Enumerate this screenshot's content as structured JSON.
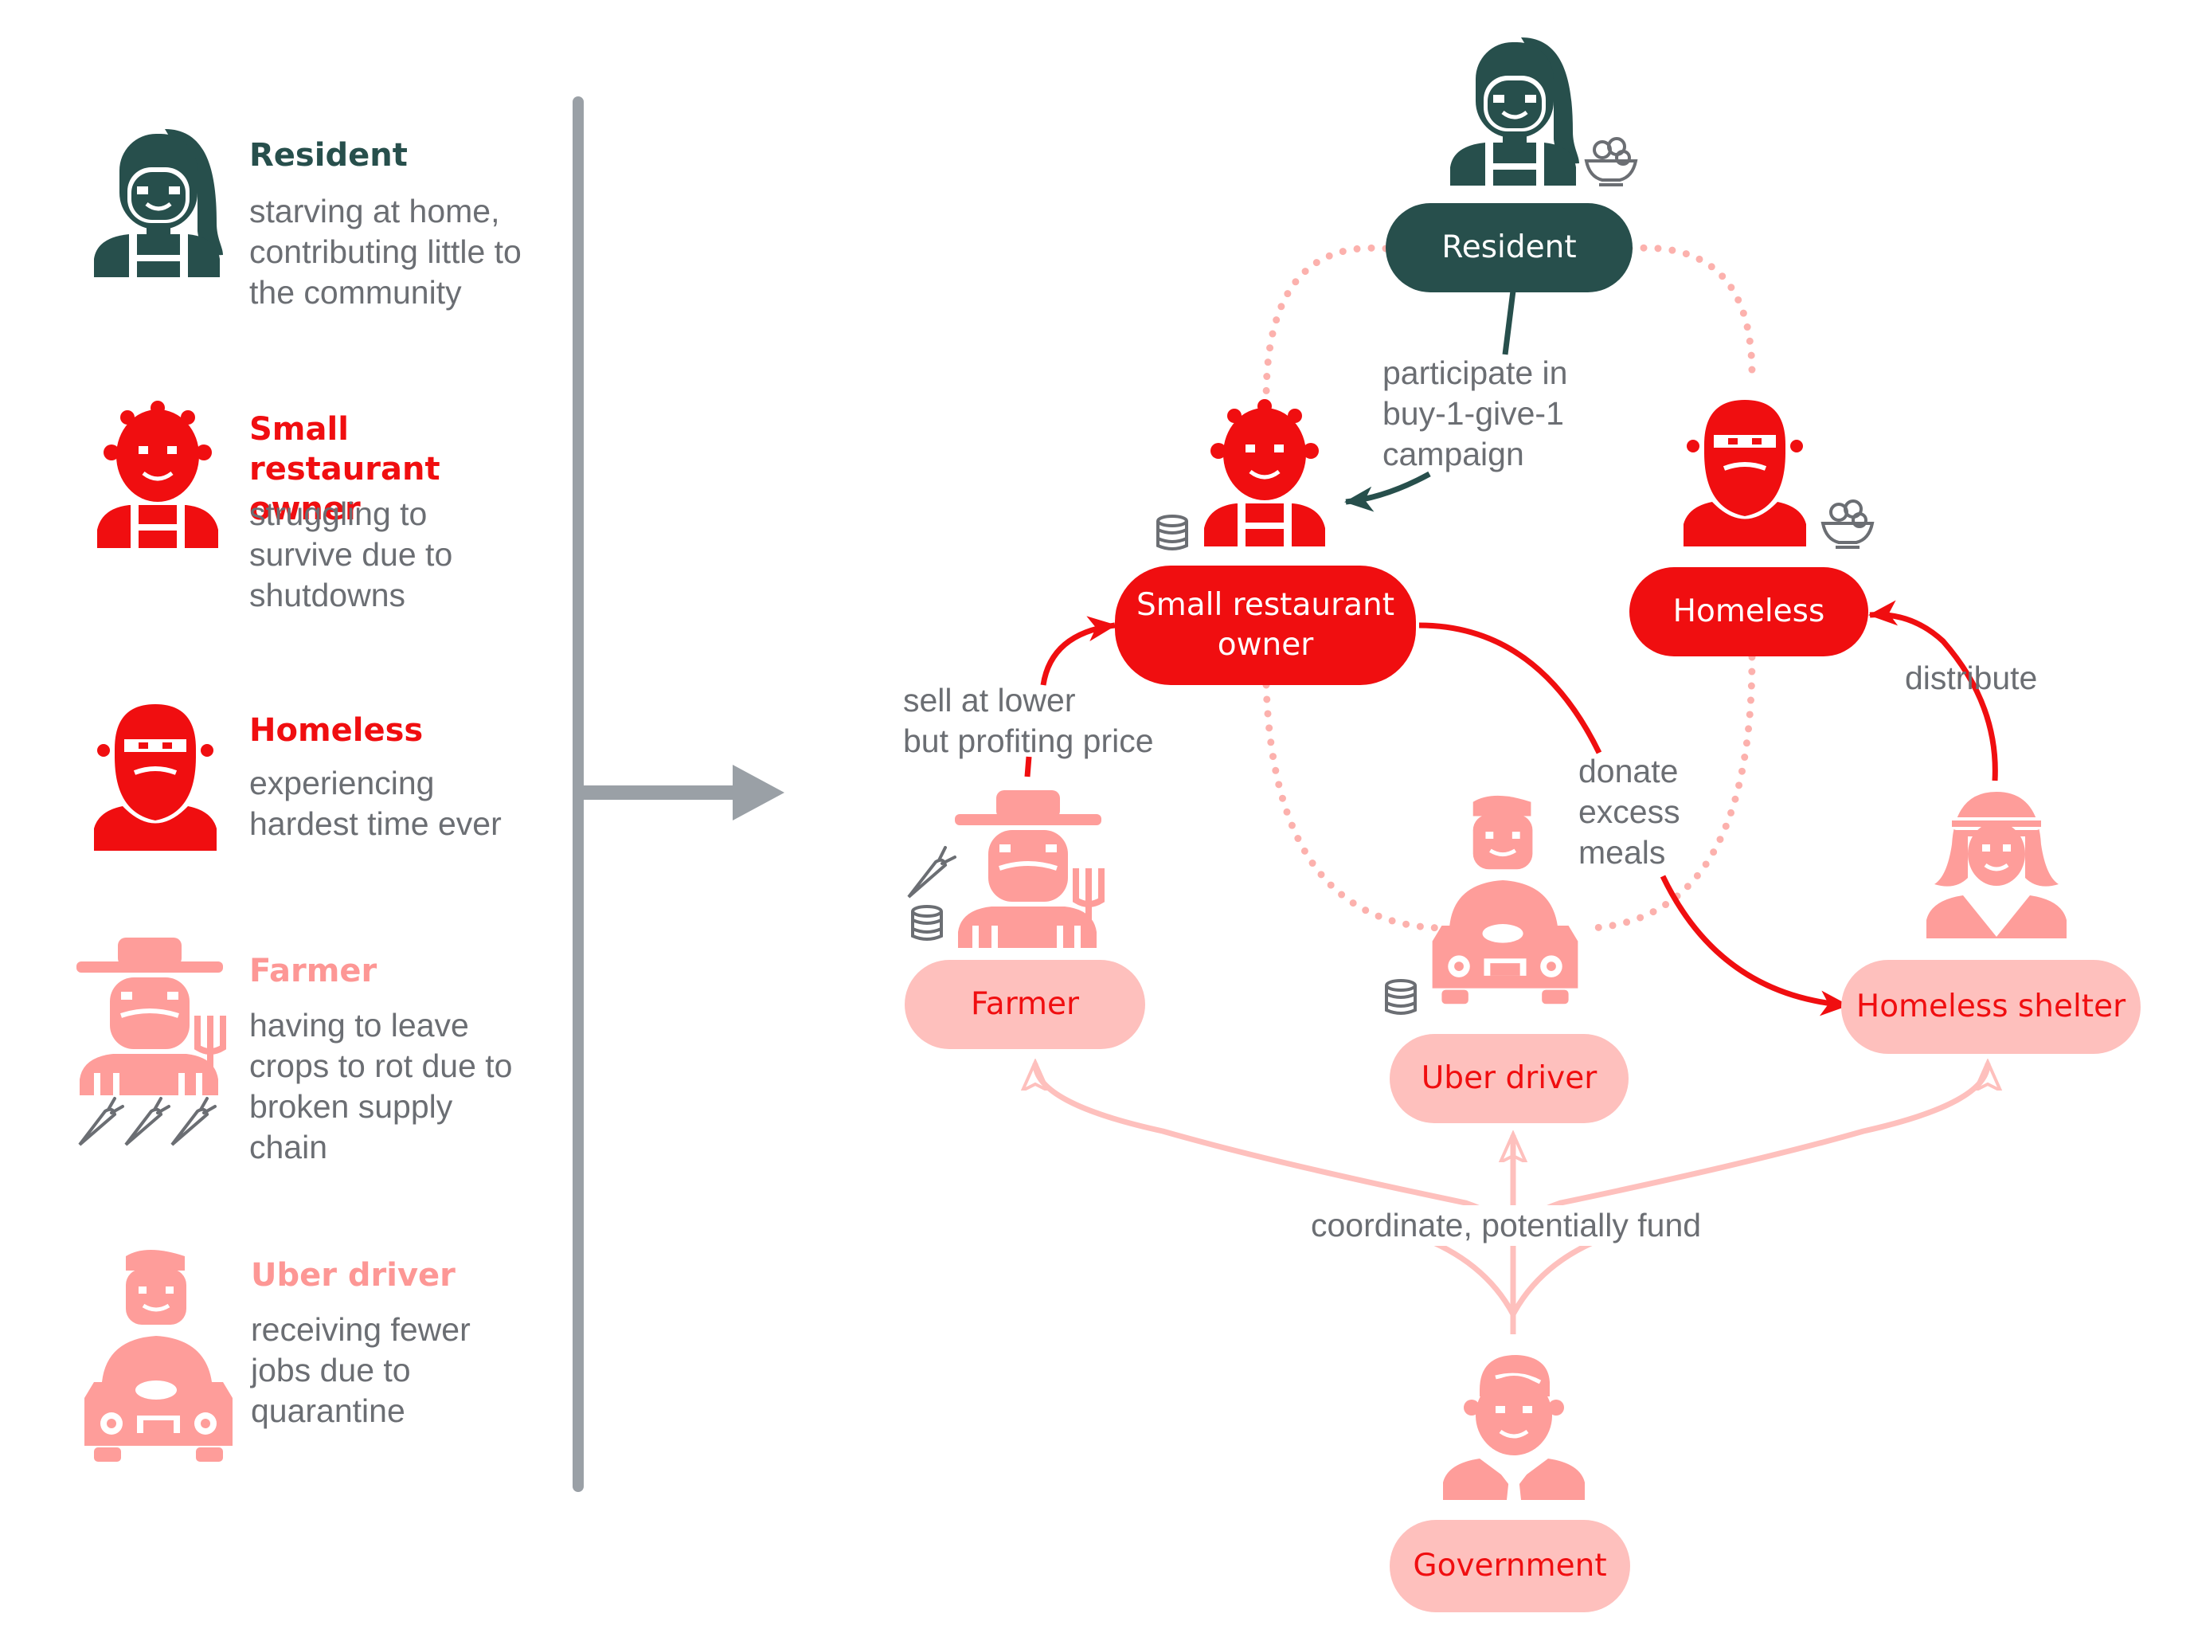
{
  "colors": {
    "dark": "#274f4c",
    "red": "#f00e10",
    "pink": "#fec0bd",
    "pink_text": "#fd9795",
    "pink_icon": "#fe9d9a",
    "gray": "#6b6e73",
    "divider": "#9aa0a6"
  },
  "legend": [
    {
      "title": "Resident",
      "description": "starving at home,\ncontributing little to\nthe community",
      "icon": "woman-icon"
    },
    {
      "title": "Small restaurant owner",
      "description": "struggling to\nsurvive due to\nshutdowns",
      "icon": "chef-icon"
    },
    {
      "title": "Homeless",
      "description": "experiencing\nhardest time ever",
      "icon": "bearded-man-icon"
    },
    {
      "title": "Farmer",
      "description": "having to leave\ncrops to rot due to\nbroken supply\nchain",
      "icon": "farmer-icon"
    },
    {
      "title": "Uber driver",
      "description": "receiving fewer\njobs due to\nquarantine",
      "icon": "driver-icon"
    }
  ],
  "nodes": {
    "resident": "Resident",
    "restaurant": "Small restaurant\nowner",
    "homeless": "Homeless",
    "farmer": "Farmer",
    "uber": "Uber driver",
    "shelter": "Homeless shelter",
    "government": "Government"
  },
  "edges": {
    "participate": "participate in\nbuy-1-give-1\ncampaign",
    "sell": "sell at lower\nbut profiting price",
    "donate": "donate\nexcess\nmeals",
    "distribute": "distribute",
    "coordinate": "coordinate, potentially fund"
  }
}
